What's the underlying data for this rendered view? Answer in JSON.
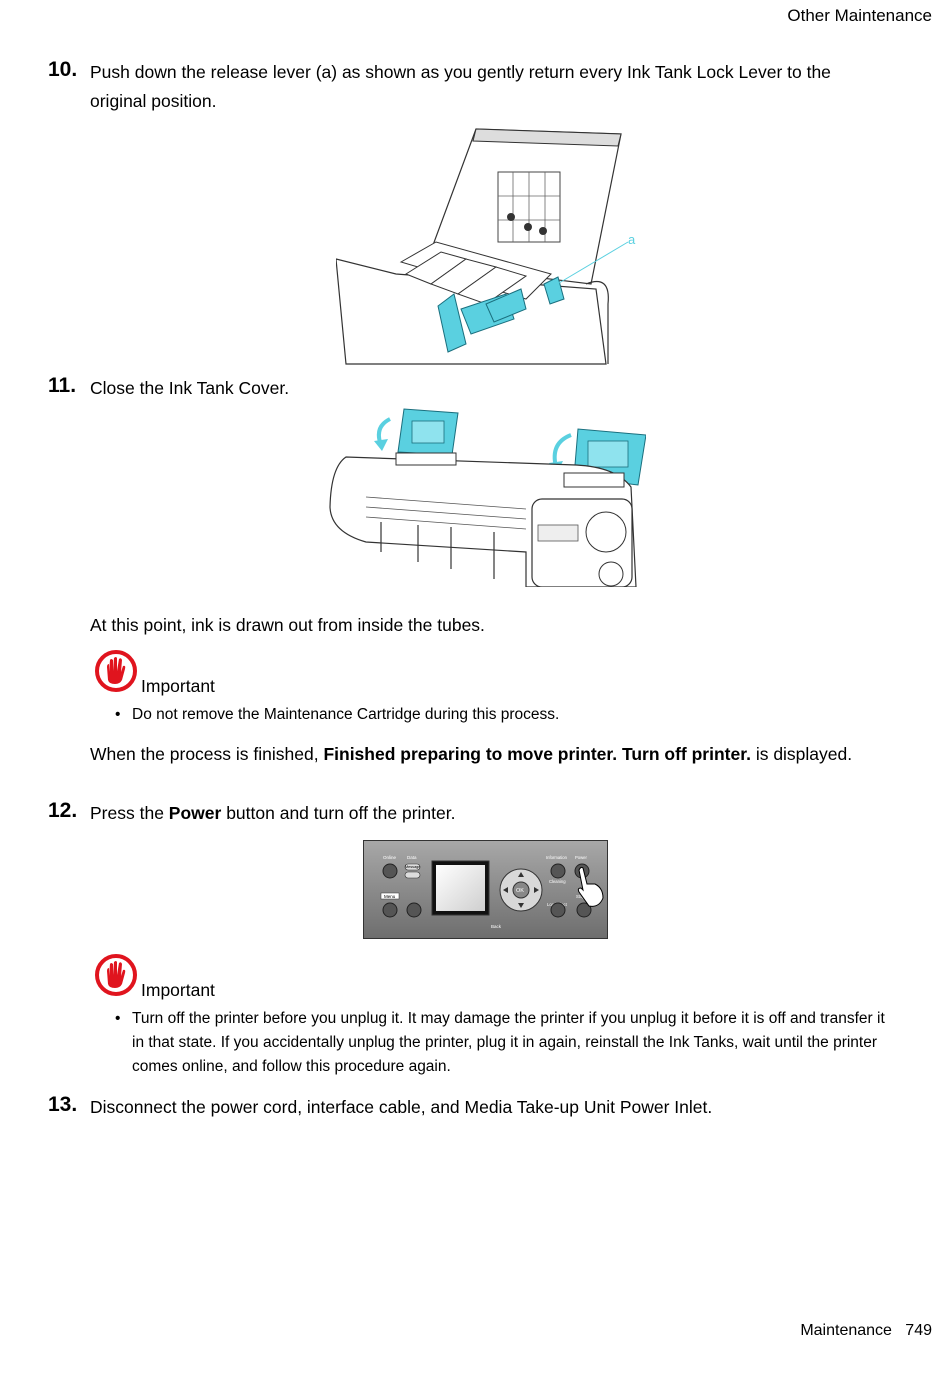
{
  "header": {
    "section": "Other  Maintenance"
  },
  "steps": [
    {
      "num": "10.",
      "text": "Push down the release lever (a) as shown as you gently return every Ink Tank Lock Lever to the original position.",
      "callout": "a"
    },
    {
      "num": "11.",
      "text": "Close the Ink Tank Cover."
    },
    {
      "num": "12.",
      "text_before": "Press the ",
      "text_bold": "Power",
      "text_after": " button and turn off the printer."
    },
    {
      "num": "13.",
      "text": "Disconnect the power cord, interface cable, and Media Take-up Unit Power Inlet."
    }
  ],
  "para_drawn": "At this point, ink is drawn out from inside the tubes.",
  "para_finished": {
    "before": "When the process is finished, ",
    "bold": "Finished preparing to move printer.  Turn off printer.",
    "after": "  is displayed."
  },
  "important1": {
    "title": "Important",
    "bullet": "Do not remove the Maintenance Cartridge during this process."
  },
  "important2": {
    "title": "Important",
    "bullet": "Turn off the printer before you unplug it.  It may damage the printer if you unplug it before it is off and transfer it in that state.  If you accidentally unplug the printer, plug it in again, reinstall the Ink Tanks, wait until the printer comes online, and follow this procedure again."
  },
  "panel": {
    "labels": {
      "online": "Online",
      "data": "Data",
      "message": "Message",
      "menu": "Menu",
      "information": "Information",
      "power": "Power",
      "cleaning": "Cleaning",
      "load_eject": "Load/Eject",
      "stop": "Stop",
      "back": "Back",
      "ok": "OK"
    }
  },
  "footer": {
    "section": "Maintenance",
    "page": "749"
  },
  "colors": {
    "accent_cyan": "#5ad0e0",
    "important_red": "#e0141e",
    "panel_gray": "#8a8a8a"
  }
}
